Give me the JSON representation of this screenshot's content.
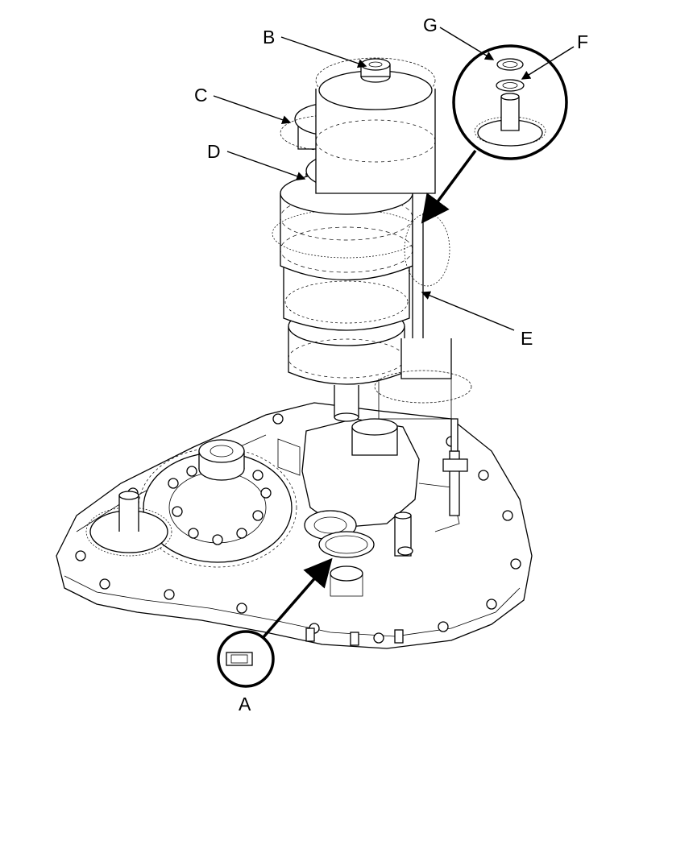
{
  "diagram": {
    "callouts": {
      "a": "A",
      "b": "B",
      "c": "C",
      "d": "D",
      "e": "E",
      "f": "F",
      "g": "G"
    }
  }
}
